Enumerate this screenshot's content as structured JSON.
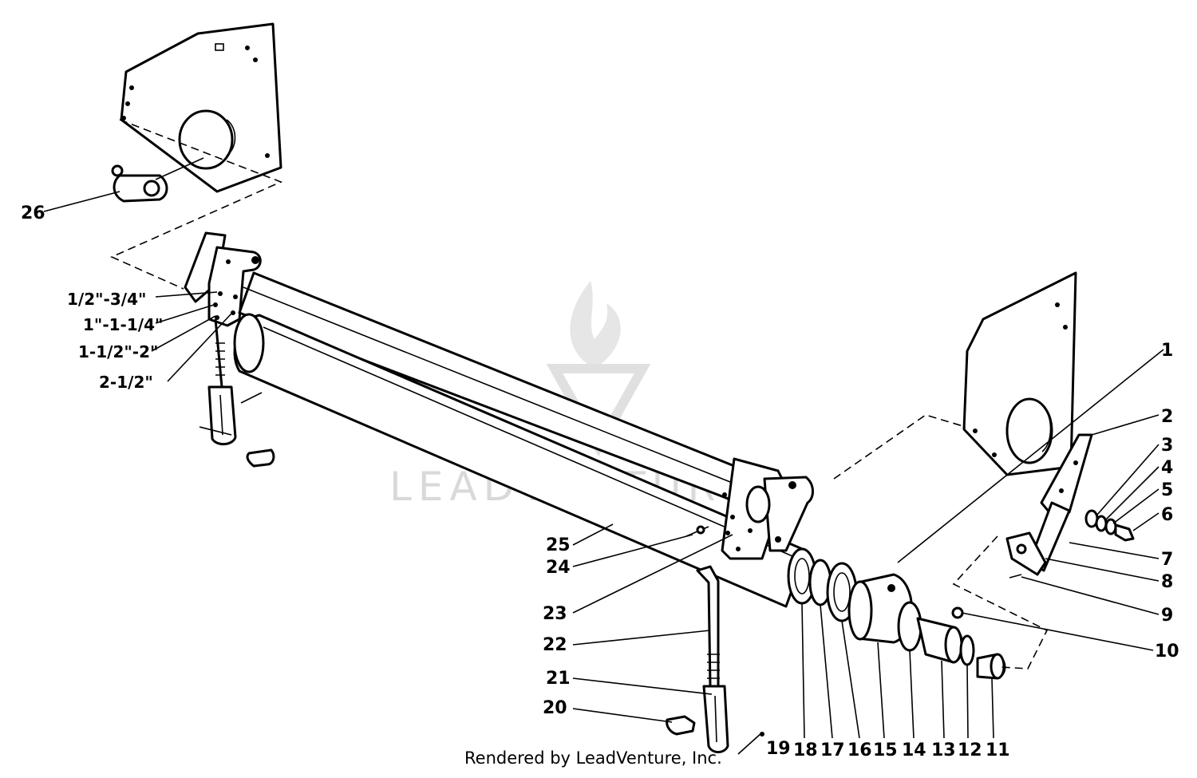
{
  "watermark": {
    "text": "LEADVENTURE",
    "color": "#d9d9d9"
  },
  "credit": "Rendered by LeadVenture, Inc.",
  "callouts": {
    "p1": "1",
    "p2": "2",
    "p3": "3",
    "p4": "4",
    "p5": "5",
    "p6": "6",
    "p7": "7",
    "p8": "8",
    "p9": "9",
    "p10": "10",
    "p11": "11",
    "p12": "12",
    "p13": "13",
    "p14": "14",
    "p15": "15",
    "p16": "16",
    "p17": "17",
    "p18": "18",
    "p19": "19",
    "p20": "20",
    "p21": "21",
    "p22": "22",
    "p23": "23",
    "p24": "24",
    "p25": "25",
    "p26": "26"
  },
  "height_settings": [
    "1/2\"-3/4\"",
    "1\"-1-1/4\"",
    "1-1/2\"-2\"",
    "2-1/2\""
  ]
}
